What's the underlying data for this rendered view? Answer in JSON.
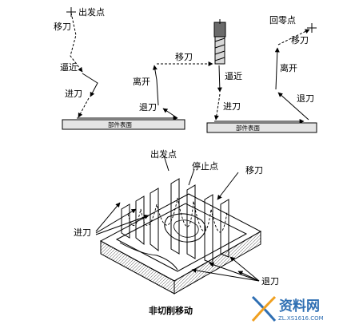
{
  "diagram_top": {
    "panel_left": {
      "start_label": "出发点",
      "rapid_label": "移刀",
      "approach_label": "逼近",
      "plunge_label": "进刀",
      "surface_label": "部件表面"
    },
    "panel_middle": {
      "rapid_label": "移刀",
      "depart_label": "离开",
      "approach_label": "逼近",
      "plunge_label": "进刀",
      "retract_label": "退刀",
      "surface_label": "部件表面"
    },
    "panel_right": {
      "return_label": "回零点",
      "rapid_label": "移刀",
      "depart_label": "离开",
      "retract_label": "退刀"
    }
  },
  "diagram_bottom": {
    "start_label": "出发点",
    "stop_label": "停止点",
    "rapid_label": "移刀",
    "plunge_label": "进刀",
    "retract_label": "退刀"
  },
  "caption": "非切削移动",
  "watermark": {
    "brand": "资料网",
    "url": "ZL.XS1616.COM",
    "color": "#2f6fb3"
  }
}
